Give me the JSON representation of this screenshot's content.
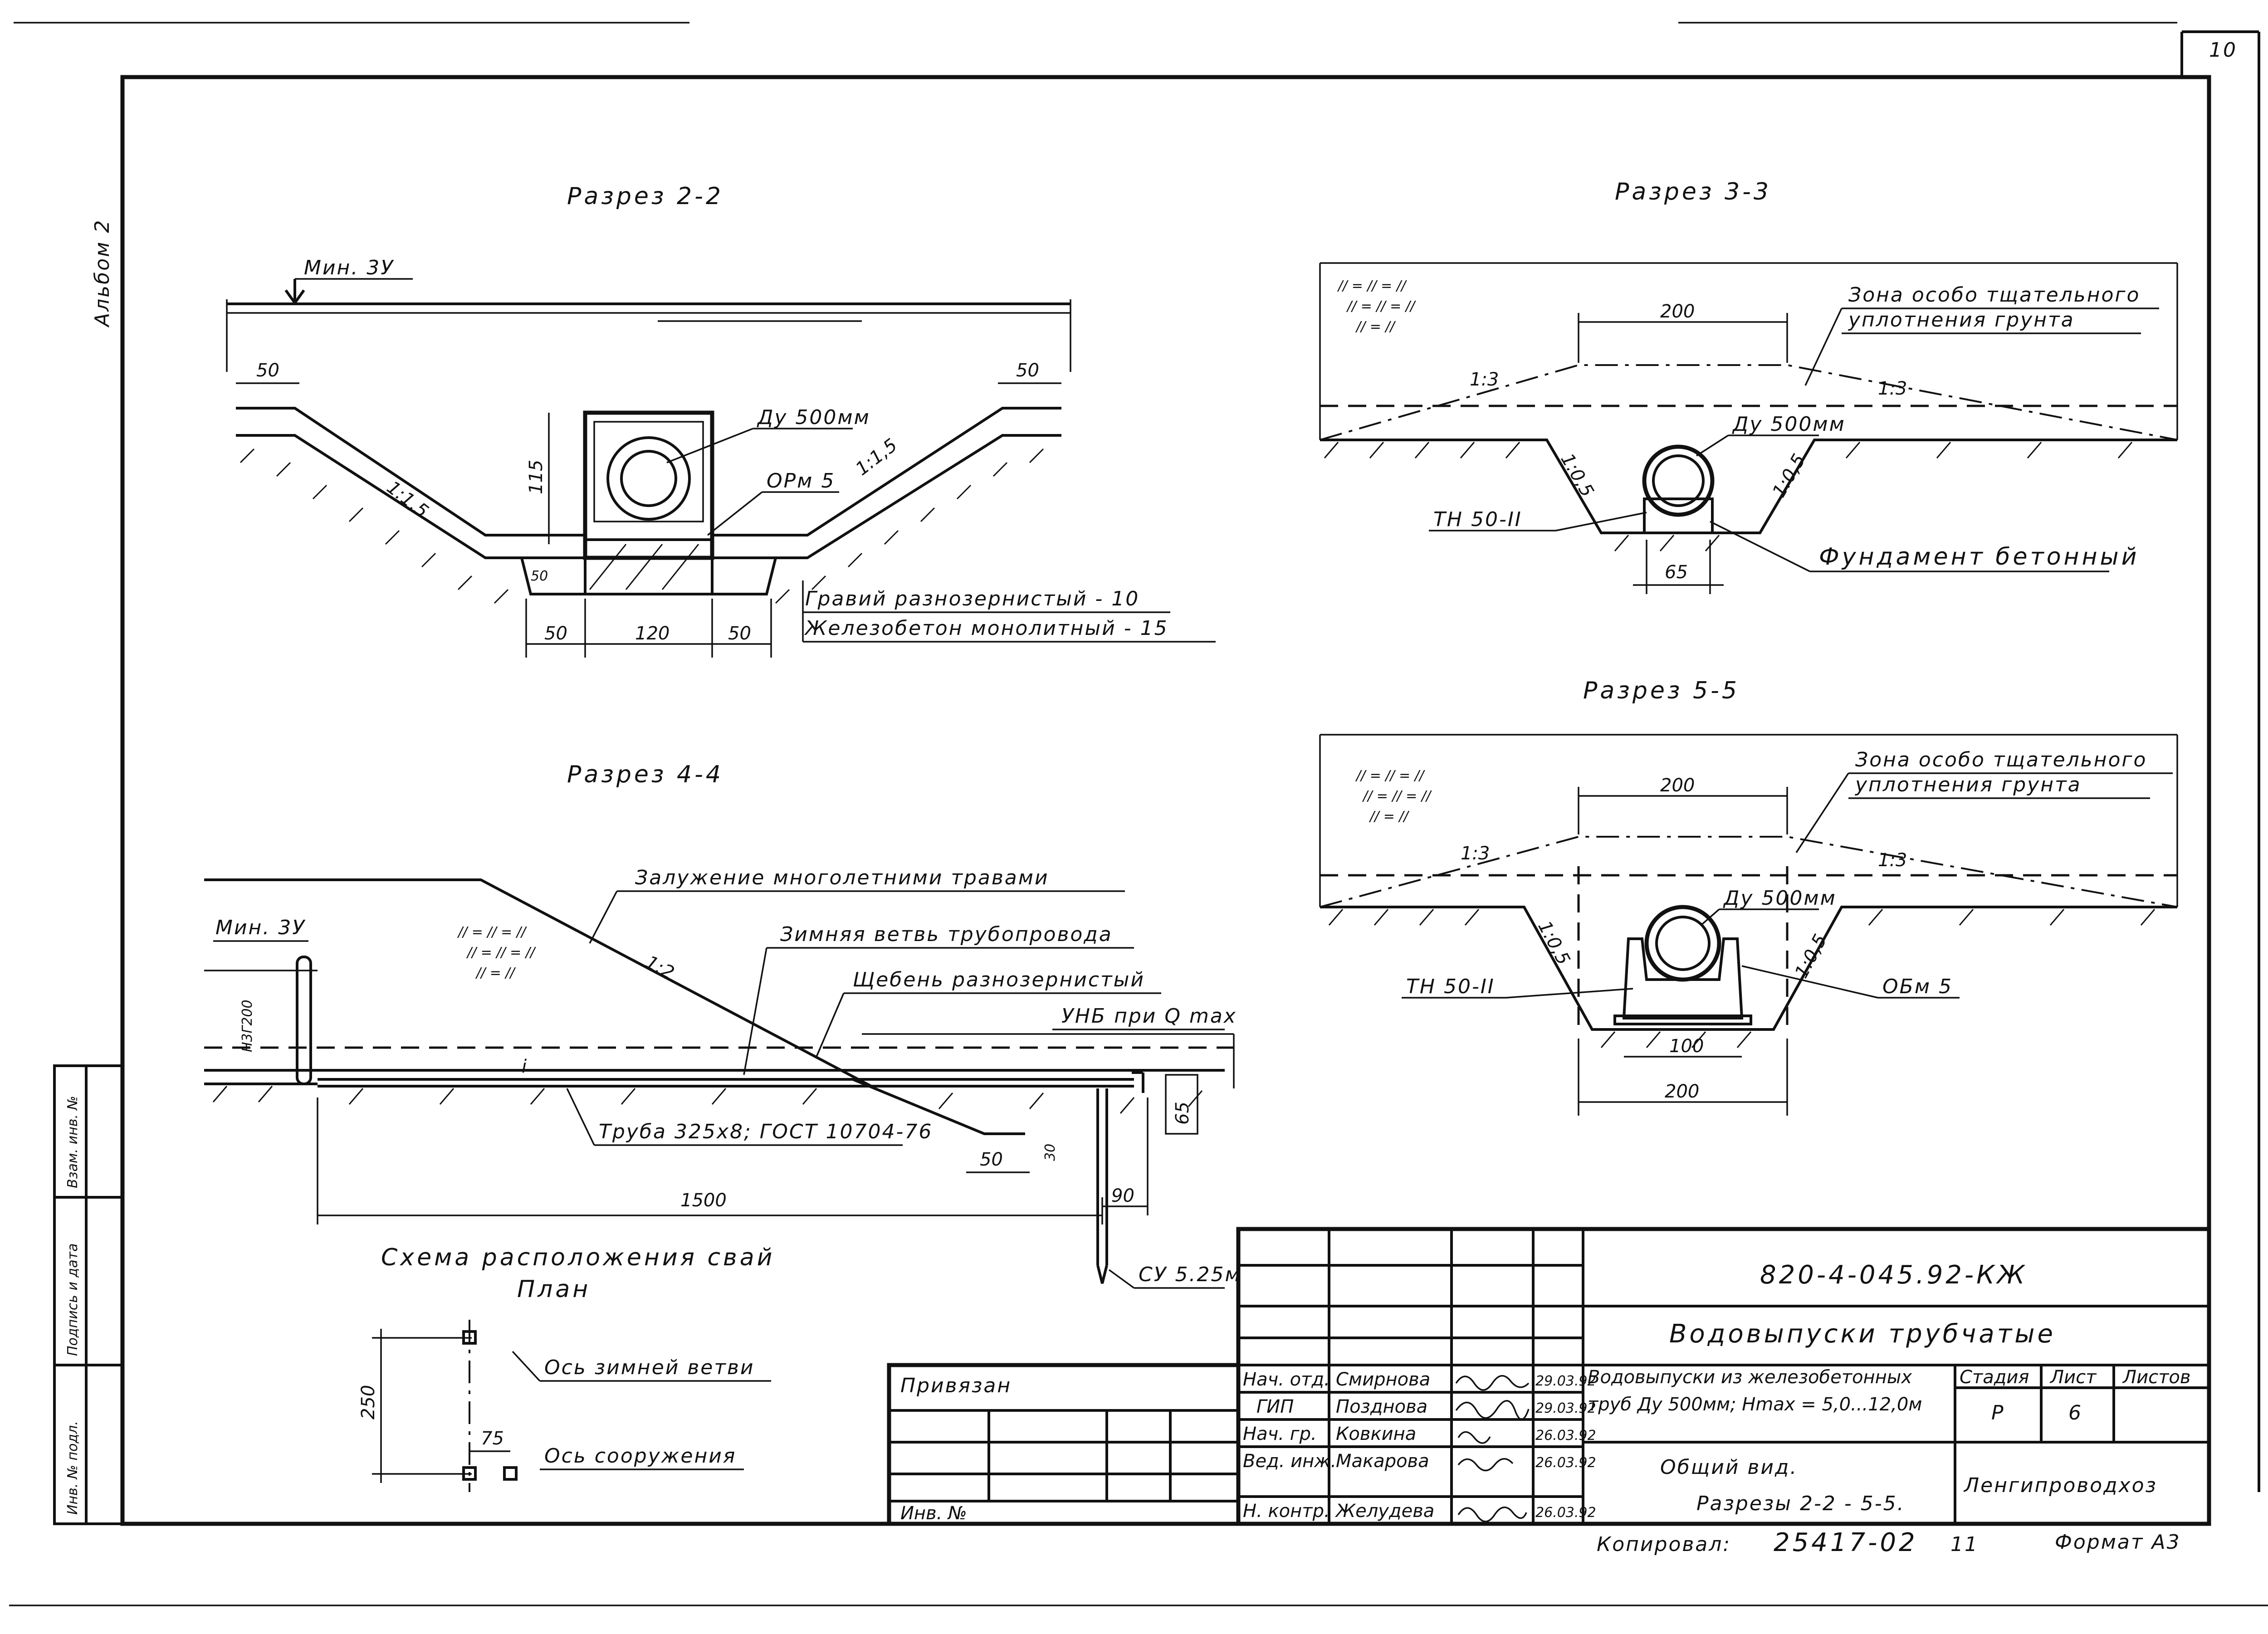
{
  "sheet": {
    "page_number": "10",
    "album": "Альбом 2"
  },
  "section_2_2": {
    "title": "Разрез 2-2",
    "min_level": "Мин. 3У",
    "dim_left_top": "50",
    "dim_right_top": "50",
    "height": "115",
    "pipe_diameter": "Дy 500мм",
    "mark": "ОРм 5",
    "slope_left": "1:1,5",
    "slope_right": "1:1,5",
    "dim_bottom_left": "50",
    "dim_bottom_mid": "120",
    "dim_bottom_right": "50",
    "dim_vertical_small": "50",
    "layer_1": "Гравий разнозернистый - 10",
    "layer_2": "Железобетон монолитный - 15"
  },
  "section_3_3": {
    "title": "Разрез 3-3",
    "soil_mark_1": "// = // = //",
    "soil_mark_2": "// = // = //",
    "soil_mark_3": "// = //",
    "top_width": "200",
    "zone_line_1": "Зона особо тщательного",
    "zone_line_2": "уплотнения    грунта",
    "slope_left": "1:3",
    "slope_right": "1:3",
    "pipe_diameter": "Дy 500мм",
    "slope_trench_left": "1:0,5",
    "slope_trench_right": "1:0,5",
    "support": "ТН 50-II",
    "base_width": "65",
    "foundation": "Фундамент бетонный"
  },
  "section_5_5": {
    "title": "Разрез 5-5",
    "soil_mark_1": "// = // = //",
    "soil_mark_2": "// = // = //",
    "soil_mark_3": "// = //",
    "top_width": "200",
    "zone_line_1": "Зона особо тщательного",
    "zone_line_2": "уплотнения    грунта",
    "slope_left": "1:3",
    "slope_right": "1:3",
    "pipe_diameter": "Дy 500мм",
    "slope_trench_left": "1:0,5",
    "slope_trench_right": "1:0,5",
    "support": "ТН 50-II",
    "mark": "ОБм 5",
    "base_width": "100",
    "bottom_width": "200"
  },
  "section_4_4": {
    "title": "Разрез 4-4",
    "grassing": "Залужение многолетними травами",
    "winter_branch": "Зимняя ветвь трубопровода",
    "crushed_stone": "Щебень разнозернистый",
    "water_level": "УНБ при Q max",
    "min_level": "Мин. 3У",
    "h_label": "Н3Г200",
    "slope": "1:2",
    "slope_i": "i",
    "soil_mark_1": "// = // = //",
    "soil_mark_2": "// = // = //",
    "soil_mark_3": "// = //",
    "pipe": "Труба 325х8; ГОСТ 10704-76",
    "dim_50": "50",
    "dim_30": "30",
    "dim_65": "65",
    "dim_90": "90",
    "dim_length": "1500",
    "pile": "СУ 5.25м"
  },
  "pile_scheme": {
    "title_1": "Схема расположения свай",
    "title_2": "План",
    "axis_winter": "Ось зимней ветви",
    "axis_structure": "Ось сооружения",
    "dim_vertical": "250",
    "dim_horizontal": "75"
  },
  "side_stamp": {
    "inv_orig": "Инв. № подл.",
    "sign_date": "Подпись и дата",
    "replace_inv": "Взам. инв. №"
  },
  "binding_box": {
    "tied": "Привязан",
    "inv_no": "Инв. №"
  },
  "title_block": {
    "code": "820-4-045.92-КЖ",
    "project": "Водовыпуски трубчатые",
    "description_1": "Водовыпуски из железобетонных",
    "description_2": "труб Дy 500мм; Нmax = 5,0...12,0м",
    "drawing_1": "Общий вид.",
    "drawing_2": "Разрезы 2-2 - 5-5.",
    "organization": "Ленгипроводхоз",
    "col_stage": "Стадия",
    "col_sheet": "Лист",
    "col_sheets": "Листов",
    "stage": "Р",
    "sheet_no": "6",
    "staff": [
      {
        "role": "Нач. отд.",
        "name": "Смирнова",
        "date": "29.03.92"
      },
      {
        "role": "ГИП",
        "name": "Позднова",
        "date": "29.03.92"
      },
      {
        "role": "Нач. гр.",
        "name": "Ковкина",
        "date": "26.03.92"
      },
      {
        "role": "Вед. инж.",
        "name": "Макарова",
        "date": "26.03.92"
      },
      {
        "role": "Н. контр.",
        "name": "Желудева",
        "date": "26.03.92"
      }
    ]
  },
  "footer": {
    "copied": "Копировал:",
    "order_no": "25417-02",
    "copy_no": "11",
    "format": "Формат А3"
  }
}
